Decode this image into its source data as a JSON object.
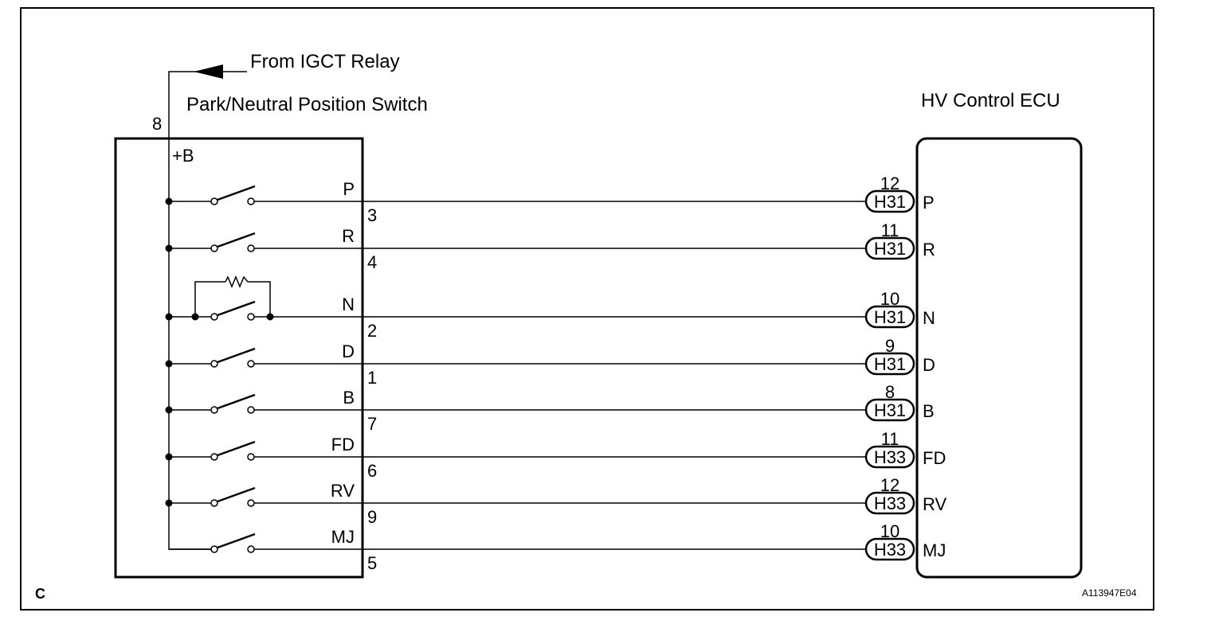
{
  "source_label": "From IGCT Relay",
  "switch_title": "Park/Neutral Position Switch",
  "ecu_title": "HV Control ECU",
  "switch_power_pin": "8",
  "switch_power_label": "+B",
  "corner_label": "C",
  "figure_code": "A113947E04",
  "signals": [
    {
      "name": "P",
      "switch_pin": "3",
      "connector": "H31",
      "ecu_pin": "12"
    },
    {
      "name": "R",
      "switch_pin": "4",
      "connector": "H31",
      "ecu_pin": "11"
    },
    {
      "name": "N",
      "switch_pin": "2",
      "connector": "H31",
      "ecu_pin": "10"
    },
    {
      "name": "D",
      "switch_pin": "1",
      "connector": "H31",
      "ecu_pin": "9"
    },
    {
      "name": "B",
      "switch_pin": "7",
      "connector": "H31",
      "ecu_pin": "8"
    },
    {
      "name": "FD",
      "switch_pin": "6",
      "connector": "H33",
      "ecu_pin": "11"
    },
    {
      "name": "RV",
      "switch_pin": "9",
      "connector": "H33",
      "ecu_pin": "12"
    },
    {
      "name": "MJ",
      "switch_pin": "5",
      "connector": "H33",
      "ecu_pin": "10"
    }
  ]
}
